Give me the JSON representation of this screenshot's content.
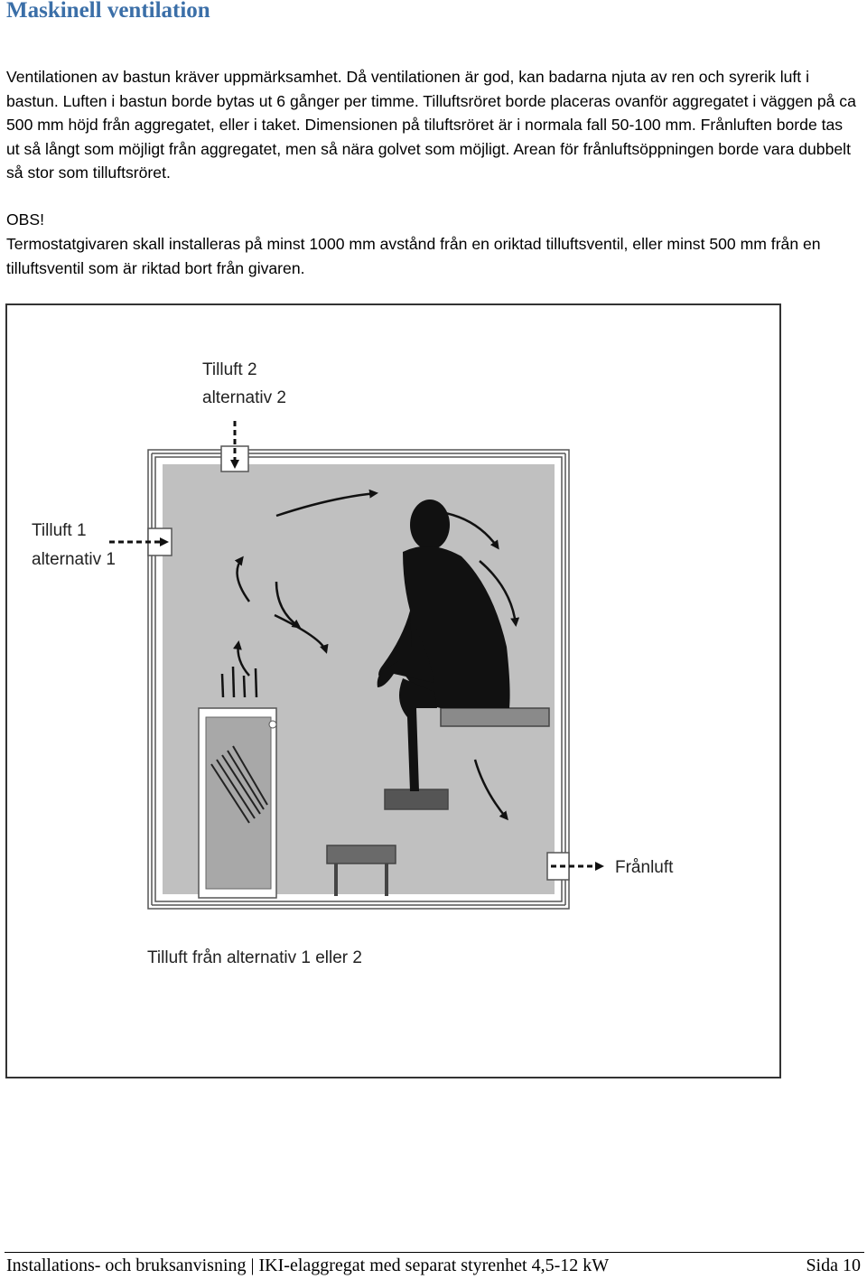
{
  "heading": "Maskinell ventilation",
  "body": {
    "paragraph1": "Ventilationen av bastun kräver uppmärksamhet. Då ventilationen är god, kan badarna njuta av ren och syrerik luft i bastun. Luften i bastun borde bytas ut 6 gånger per timme. Tilluftsröret borde placeras ovanför aggregatet i väggen på ca 500 mm höjd från aggregatet, eller i taket. Dimensionen på tiluftsröret är i normala fall 50-100 mm. Frånluften borde tas ut så långt som möjligt från aggregatet, men så nära golvet som möjligt. Arean för frånluftsöppningen borde vara dubbelt så stor som tilluftsröret.",
    "obs_label": "OBS!",
    "paragraph2": "Termostatgivaren skall installeras på minst 1000 mm avstånd från en oriktad tilluftsventil, eller minst 500 mm från en tilluftsventil som är riktad bort från givaren."
  },
  "diagram": {
    "label_tilluft2_line1": "Tilluft 2",
    "label_tilluft2_line2": "alternativ 2",
    "label_tilluft1_line1": "Tilluft 1",
    "label_tilluft1_line2": "alternativ 1",
    "label_franluft": "Frånluft",
    "caption": "Tilluft från alternativ 1 eller 2",
    "colors": {
      "room": "#c0c0c0",
      "figure": "#111111",
      "wall": "#ffffff",
      "outline": "#555555"
    }
  },
  "footer": {
    "document_title": "Installations- och bruksanvisning | IKI-elaggregat med separat styrenhet 4,5-12 kW",
    "page_label": "Sida 10"
  }
}
